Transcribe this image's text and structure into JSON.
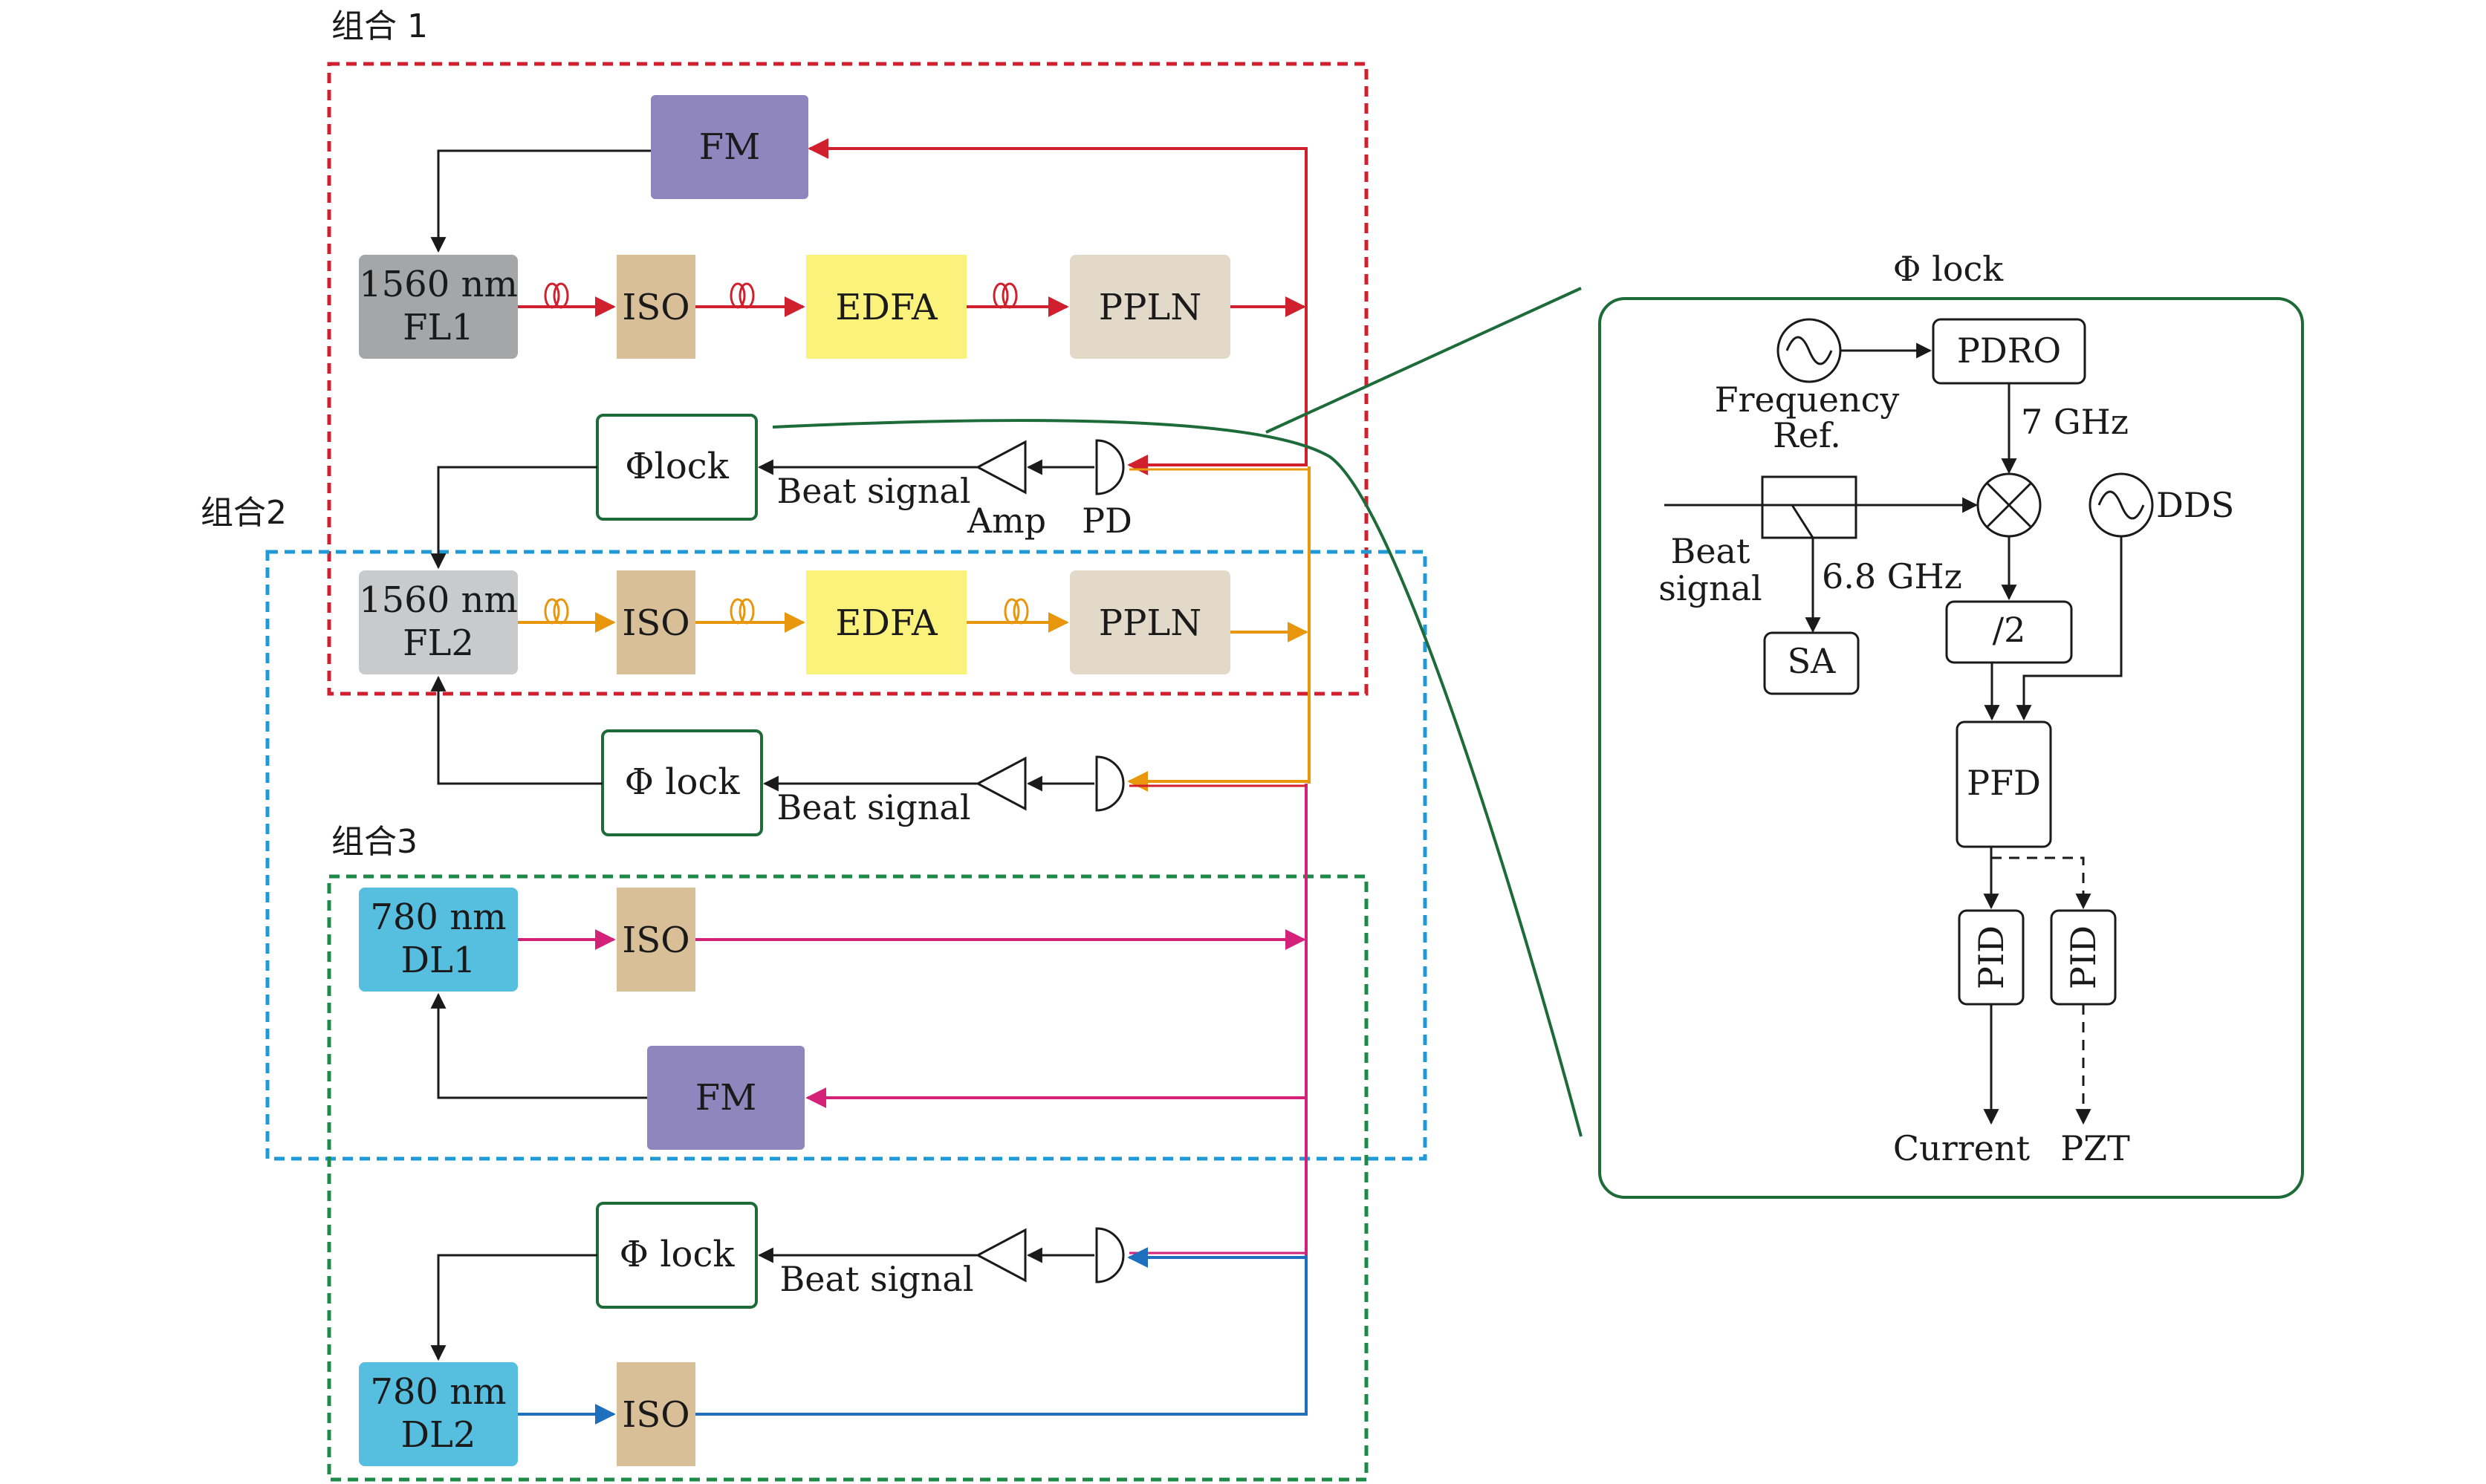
{
  "groups": {
    "g1": "组合 1",
    "g2": "组合2",
    "g3": "组合3"
  },
  "colors": {
    "red": "#d0202e",
    "orange": "#e8960c",
    "magenta": "#d4227a",
    "blue": "#1f6fbf",
    "green": "#1e6b3a",
    "cyan_dash": "#1f9ad6",
    "fm": "#8e86bd",
    "laser_fl1": "#a5a6a8",
    "laser_fl2": "#c9cacc",
    "iso": "#d8bf98",
    "edfa": "#fbf27c",
    "ppln": "#e3d9c8",
    "dl": "#56bfdf"
  },
  "blocks": {
    "fm1": "FM",
    "fl1_line1": "1560 nm",
    "fl1_line2": "FL1",
    "iso1": "ISO",
    "edfa1": "EDFA",
    "ppln1": "PPLN",
    "lock1": "Φlock",
    "beat1": "Beat signal",
    "amp": "Amp",
    "pd": "PD",
    "fl2_line1": "1560 nm",
    "fl2_line2": "FL2",
    "iso2": "ISO",
    "edfa2": "EDFA",
    "ppln2": "PPLN",
    "lock2": "Φ lock",
    "beat2": "Beat signal",
    "dl1_line1": "780 nm",
    "dl1_line2": "DL1",
    "iso3": "ISO",
    "fm2": "FM",
    "lock3": "Φ lock",
    "beat3": "Beat signal",
    "dl2_line1": "780 nm",
    "dl2_line2": "DL2",
    "iso4": "ISO"
  },
  "detail": {
    "title": "Φ lock",
    "pdro": "PDRO",
    "freq_ref_1": "Frequency",
    "freq_ref_2": "Ref.",
    "f7": "7 GHz",
    "beat_1": "Beat",
    "beat_2": "signal",
    "f68": "6.8 GHz",
    "dds": "DDS",
    "sa": "SA",
    "div2": "/2",
    "pfd": "PFD",
    "pid": "PID",
    "current": "Current",
    "pzt": "PZT"
  }
}
